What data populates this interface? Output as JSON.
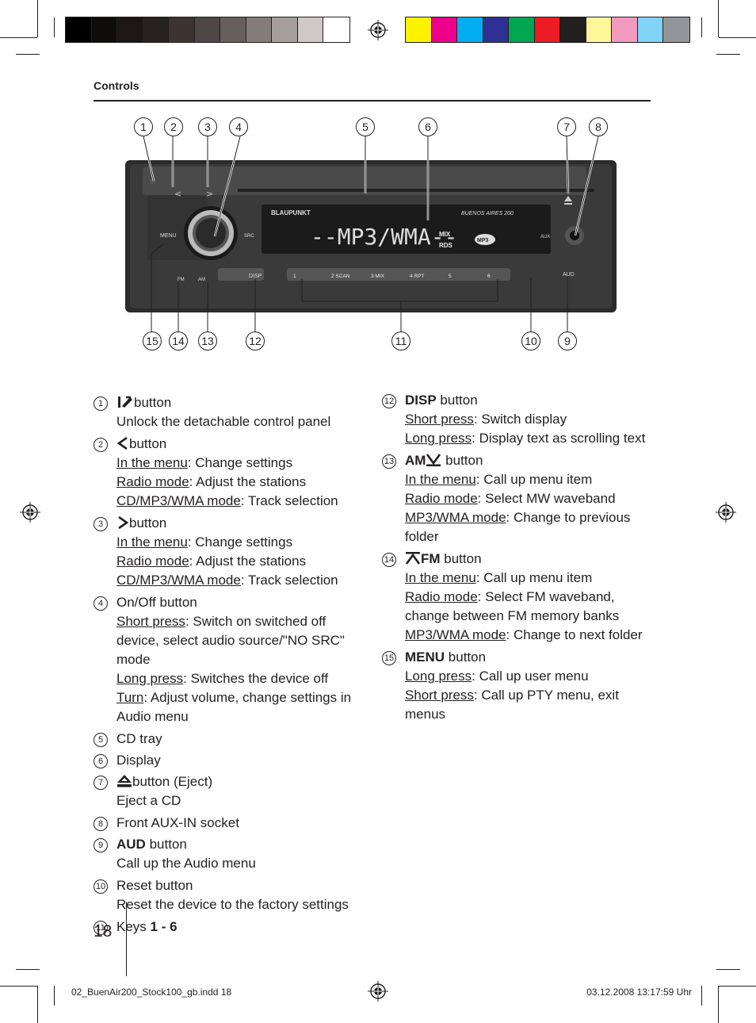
{
  "header": {
    "title": "Controls"
  },
  "colors": {
    "gray_ramp": [
      "#000000",
      "#0f0d0c",
      "#1a1716",
      "#272220",
      "#3b3431",
      "#4f4744",
      "#675f5c",
      "#857d7a",
      "#a69e9b",
      "#cec8c6",
      "#ffffff"
    ],
    "process": [
      "#fff200",
      "#ec008c",
      "#00aeef",
      "#2e3192",
      "#00a651",
      "#ed1c24",
      "#231f20",
      "#fff799",
      "#f49ac1",
      "#7fd4f7",
      "#939598"
    ]
  },
  "figure": {
    "top_callouts": [
      "1",
      "2",
      "3",
      "4",
      "5",
      "6",
      "7",
      "8"
    ],
    "bottom_callouts": [
      "15",
      "14",
      "13",
      "12",
      "11",
      "10",
      "9"
    ],
    "device": {
      "brand": "BLAUPUNKT",
      "model": "BUENOS AIRES 200",
      "display_text": "--MP3/WMA--",
      "mix": "MIX",
      "rds": "RDS",
      "mp3_badge": "MP3",
      "menu": "MENU",
      "src": "SRC",
      "disp": "DISP",
      "aux": "AUX",
      "aud": "AUD",
      "fm": "FM",
      "am": "AM",
      "keys": [
        "1",
        "2 SCAN",
        "3 MIX",
        "4 RPT",
        "5",
        "6"
      ]
    }
  },
  "left_items": [
    {
      "num": "1",
      "icon": "release-icon",
      "title": "button",
      "lines": [
        {
          "plain": "Unlock the detachable control panel"
        }
      ]
    },
    {
      "num": "2",
      "icon": "chevron-left-icon",
      "title": "button",
      "lines": [
        {
          "u": "In the menu",
          "rest": ": Change settings"
        },
        {
          "u": "Radio mode",
          "rest": ": Adjust the stations"
        },
        {
          "u": "CD/MP3/WMA mode",
          "rest": ": Track selection"
        }
      ]
    },
    {
      "num": "3",
      "icon": "chevron-right-icon",
      "title": "button",
      "lines": [
        {
          "u": "In the menu",
          "rest": ": Change settings"
        },
        {
          "u": "Radio mode",
          "rest": ": Adjust the stations"
        },
        {
          "u": "CD/MP3/WMA mode",
          "rest": ": Track selection"
        }
      ]
    },
    {
      "num": "4",
      "title": "On/Off button",
      "lines": [
        {
          "u": "Short press",
          "rest": ": Switch on switched off device, select audio source/\"NO SRC\" mode"
        },
        {
          "u": "Long press",
          "rest": ": Switches the device off"
        },
        {
          "u": "Turn",
          "rest": ": Adjust volume, change settings in Audio menu"
        }
      ]
    },
    {
      "num": "5",
      "title": "CD tray",
      "lines": []
    },
    {
      "num": "6",
      "title": "Display",
      "lines": []
    },
    {
      "num": "7",
      "icon": "eject-icon",
      "title": "button (Eject)",
      "lines": [
        {
          "plain": "Eject a CD"
        }
      ]
    },
    {
      "num": "8",
      "title": "Front AUX-IN socket",
      "lines": []
    },
    {
      "num": "9",
      "bold": "AUD",
      "title": " button",
      "lines": [
        {
          "plain": "Call up the Audio menu"
        }
      ]
    },
    {
      "num": "10",
      "title": "Reset button",
      "lines": [
        {
          "plain": "Reset the device to the factory settings"
        }
      ]
    },
    {
      "num": "11",
      "title": "Keys ",
      "bold_after": "1 - 6",
      "lines": []
    }
  ],
  "right_items": [
    {
      "num": "12",
      "bold": "DISP",
      "title": " button",
      "lines": [
        {
          "u": "Short press",
          "rest": ": Switch display"
        },
        {
          "u": "Long press",
          "rest": ": Display text as scrolling text"
        }
      ]
    },
    {
      "num": "13",
      "bold": "AM",
      "icon_after_bold": "am-down-icon",
      "title": " button",
      "lines": [
        {
          "u": "In the menu",
          "rest": ": Call up menu item"
        },
        {
          "u": "Radio mode",
          "rest": ": Select MW waveband"
        },
        {
          "u": "MP3/WMA mode",
          "rest": ": Change to previous folder"
        }
      ]
    },
    {
      "num": "14",
      "icon": "fm-up-icon",
      "bold": "FM",
      "title": " button",
      "lines": [
        {
          "u": "In the menu",
          "rest": ": Call up menu item"
        },
        {
          "u": "Radio mode",
          "rest": ": Select FM waveband, change between FM memory banks"
        },
        {
          "u": "MP3/WMA mode",
          "rest": ": Change to next folder"
        }
      ]
    },
    {
      "num": "15",
      "bold": "MENU",
      "title": " button",
      "lines": [
        {
          "u": "Long press",
          "rest": ": Call up user menu"
        },
        {
          "u": "Short press",
          "rest": ": Call up PTY menu, exit menus"
        }
      ]
    }
  ],
  "page_number": "18",
  "footer": {
    "left": "02_BuenAir200_Stock100_gb.indd   18",
    "right": "03.12.2008   13:17:59 Uhr"
  }
}
